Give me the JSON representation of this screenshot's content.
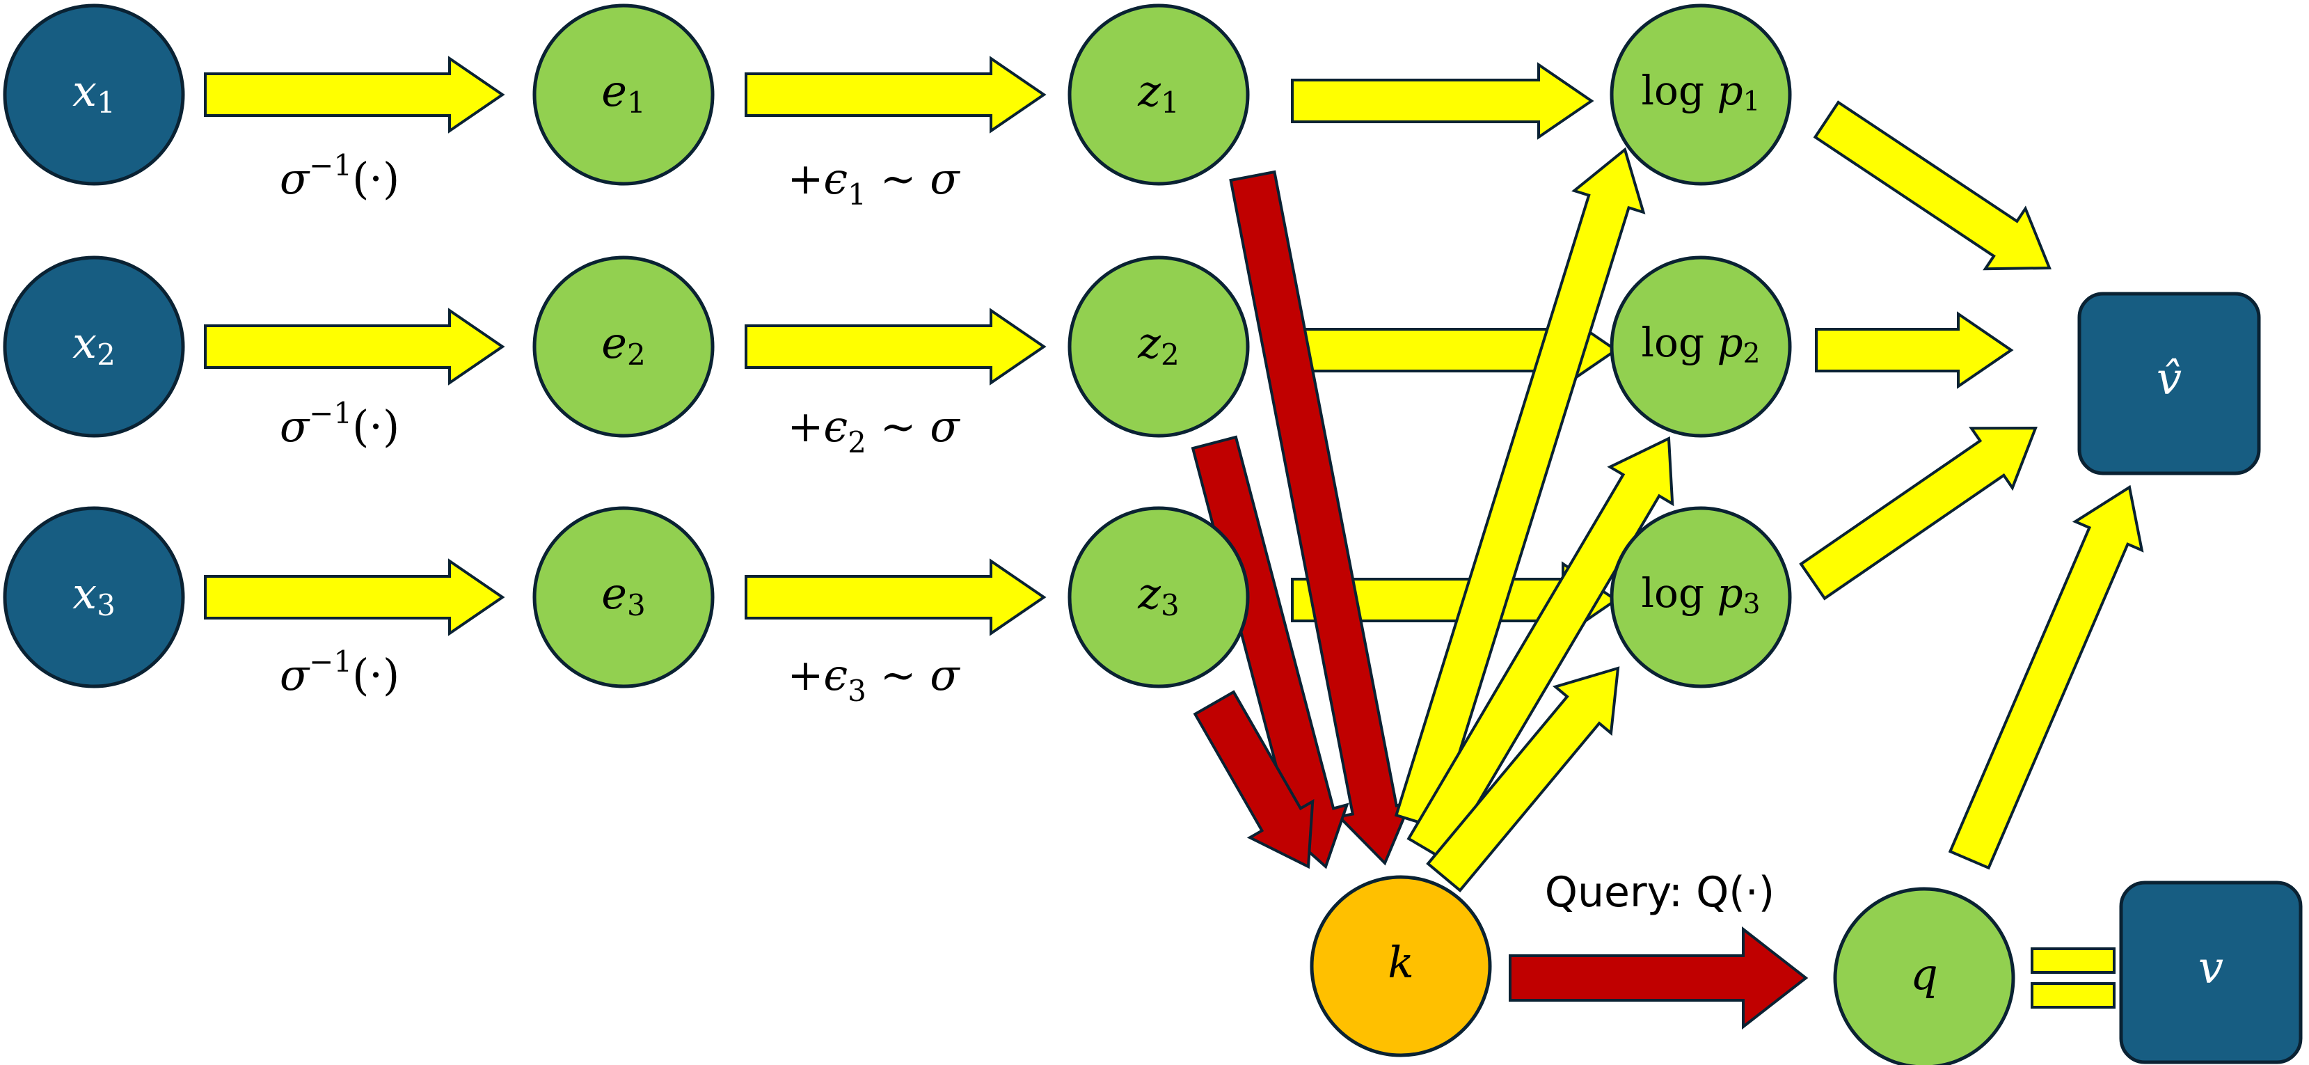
{
  "colors": {
    "input_node": "#175D82",
    "latent_node": "#92D050",
    "key_node": "#FFC000",
    "output_node": "#175D82",
    "forward_arrow": "#FFFF00",
    "query_arrow": "#C00000",
    "outline": "#0A2233",
    "node_text_light": "#FFFFFF",
    "node_text_dark": "#000000"
  },
  "nodes": {
    "x1": {
      "label": "x",
      "sub": "1"
    },
    "x2": {
      "label": "x",
      "sub": "2"
    },
    "x3": {
      "label": "x",
      "sub": "3"
    },
    "e1": {
      "label": "e",
      "sub": "1"
    },
    "e2": {
      "label": "e",
      "sub": "2"
    },
    "e3": {
      "label": "e",
      "sub": "3"
    },
    "z1": {
      "label": "z",
      "sub": "1"
    },
    "z2": {
      "label": "z",
      "sub": "2"
    },
    "z3": {
      "label": "z",
      "sub": "3"
    },
    "logp1": {
      "prefix": "log ",
      "label": "p",
      "sub": "1"
    },
    "logp2": {
      "prefix": "log ",
      "label": "p",
      "sub": "2"
    },
    "logp3": {
      "prefix": "log ",
      "label": "p",
      "sub": "3"
    },
    "k": {
      "label": "k"
    },
    "q": {
      "label": "q"
    },
    "vhat": {
      "label": "v̂"
    },
    "v": {
      "label": "v"
    }
  },
  "edge_labels": {
    "inverse_sigma": {
      "symbol": "σ",
      "sup": "−1",
      "arg": "(·)"
    },
    "noise1": {
      "text": "+ϵ",
      "sub": "1",
      "tail": " ~ σ"
    },
    "noise2": {
      "text": "+ϵ",
      "sub": "2",
      "tail": " ~ σ"
    },
    "noise3": {
      "text": "+ϵ",
      "sub": "3",
      "tail": " ~ σ"
    },
    "query": "Query: Q(·)"
  }
}
